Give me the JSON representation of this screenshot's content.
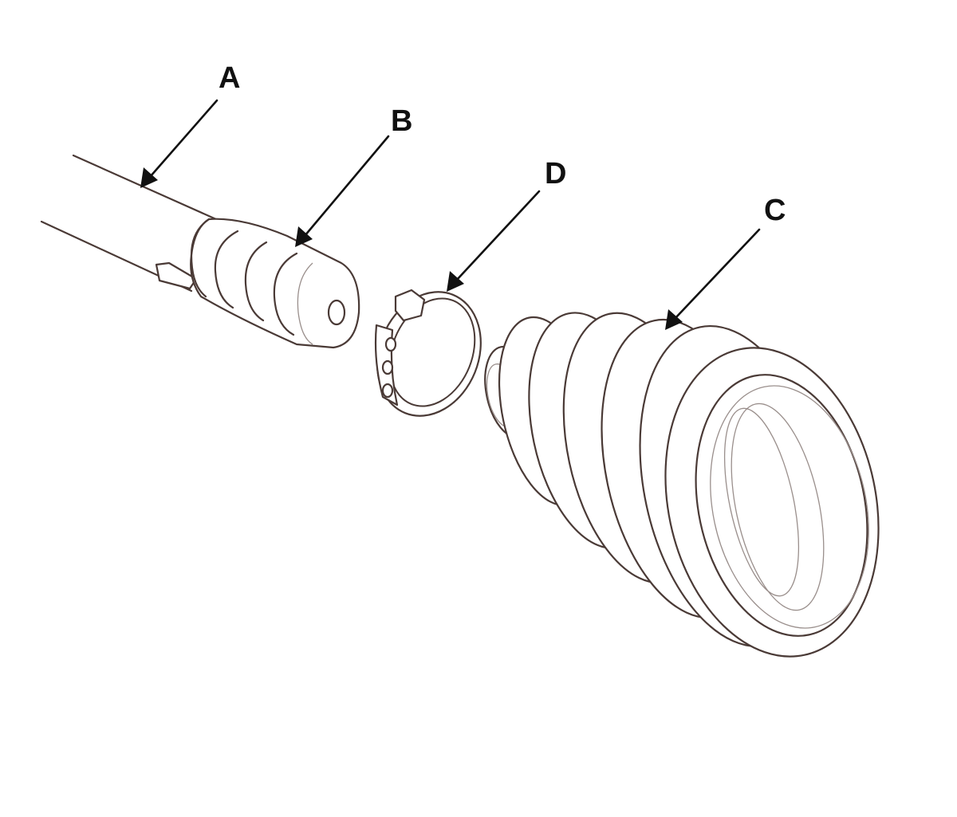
{
  "callouts": {
    "a": "A",
    "b": "B",
    "c": "C",
    "d": "D"
  },
  "colors": {
    "outline": "#4a3a36",
    "detail": "#9a8f8c",
    "leader": "#111111",
    "background": "#ffffff"
  }
}
